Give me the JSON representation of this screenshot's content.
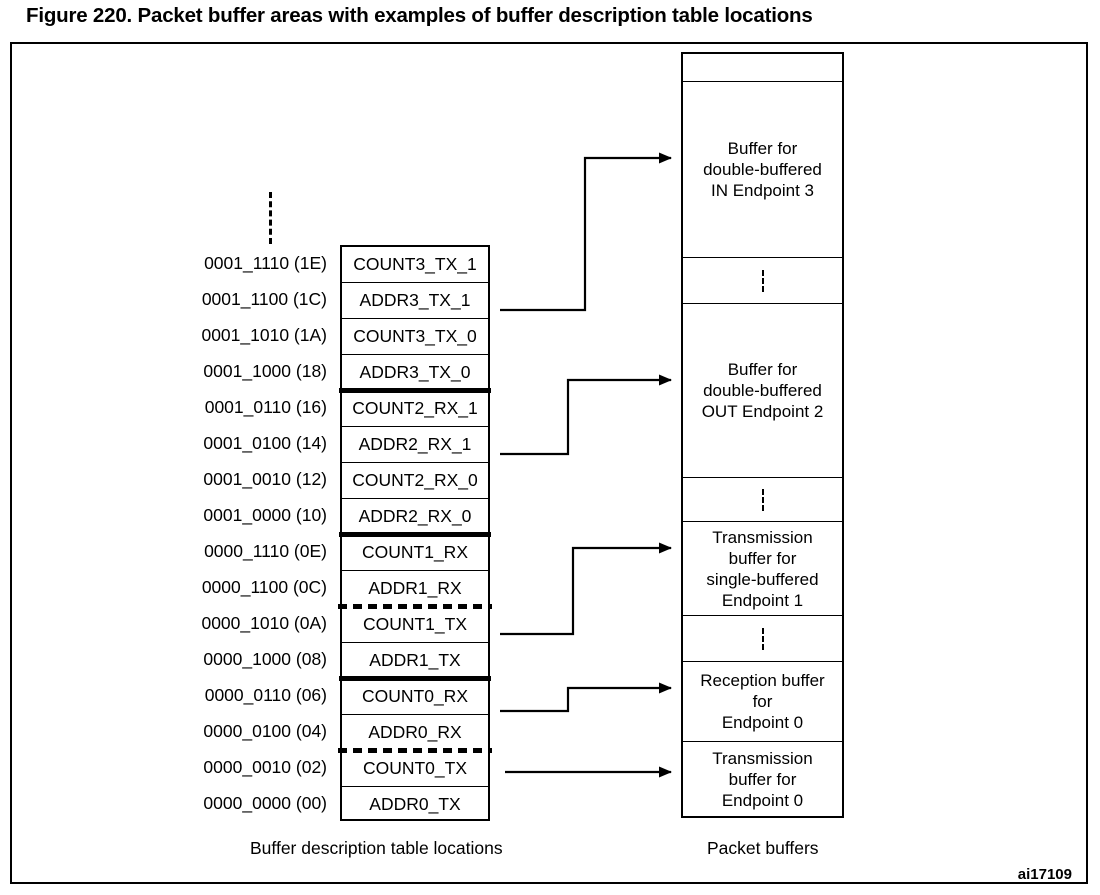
{
  "figure": {
    "title": "Figure 220. Packet buffer areas with examples of buffer description table locations",
    "reference_code": "ai17109"
  },
  "buffer_description_table": {
    "caption": "Buffer description table locations",
    "ellipsis": "vertical-dots",
    "rows": [
      {
        "address": "0001_1110 (1E)",
        "name": "COUNT3_TX_1",
        "separator_below": "thin"
      },
      {
        "address": "0001_1100 (1C)",
        "name": "ADDR3_TX_1",
        "separator_below": "thin"
      },
      {
        "address": "0001_1010 (1A)",
        "name": "COUNT3_TX_0",
        "separator_below": "thin"
      },
      {
        "address": "0001_1000 (18)",
        "name": "ADDR3_TX_0",
        "separator_below": "thick"
      },
      {
        "address": "0001_0110 (16)",
        "name": "COUNT2_RX_1",
        "separator_below": "thin"
      },
      {
        "address": "0001_0100 (14)",
        "name": "ADDR2_RX_1",
        "separator_below": "thin"
      },
      {
        "address": "0001_0010 (12)",
        "name": "COUNT2_RX_0",
        "separator_below": "thin"
      },
      {
        "address": "0001_0000 (10)",
        "name": "ADDR2_RX_0",
        "separator_below": "thick"
      },
      {
        "address": "0000_1110 (0E)",
        "name": "COUNT1_RX",
        "separator_below": "thin"
      },
      {
        "address": "0000_1100 (0C)",
        "name": "ADDR1_RX",
        "separator_below": "dashed"
      },
      {
        "address": "0000_1010 (0A)",
        "name": "COUNT1_TX",
        "separator_below": "thin"
      },
      {
        "address": "0000_1000 (08)",
        "name": "ADDR1_TX",
        "separator_below": "thick"
      },
      {
        "address": "0000_0110 (06)",
        "name": "COUNT0_RX",
        "separator_below": "thin"
      },
      {
        "address": "0000_0100 (04)",
        "name": "ADDR0_RX",
        "separator_below": "dashed"
      },
      {
        "address": "0000_0010 (02)",
        "name": "COUNT0_TX",
        "separator_below": "thin"
      },
      {
        "address": "0000_0000 (00)",
        "name": "ADDR0_TX",
        "separator_below": "none"
      }
    ]
  },
  "packet_buffers": {
    "caption": "Packet buffers",
    "cells": [
      {
        "type": "empty",
        "label": "",
        "height": 28
      },
      {
        "type": "buffer",
        "label": "Buffer for\ndouble-buffered\nIN Endpoint 3",
        "height": 176
      },
      {
        "type": "gap",
        "label": "",
        "height": 46
      },
      {
        "type": "buffer",
        "label": "Buffer for\ndouble-buffered\nOUT Endpoint 2",
        "height": 174
      },
      {
        "type": "gap",
        "label": "",
        "height": 44
      },
      {
        "type": "buffer",
        "label": "Transmission\nbuffer for\nsingle-buffered\nEndpoint 1",
        "height": 94
      },
      {
        "type": "gap",
        "label": "",
        "height": 46
      },
      {
        "type": "buffer",
        "label": "Reception buffer\nfor\nEndpoint 0",
        "height": 80
      },
      {
        "type": "buffer",
        "label": "Transmission\nbuffer for\nEndpoint 0",
        "height": 74
      }
    ]
  },
  "connectors": [
    {
      "from_row": "ADDR3_TX_1",
      "to_buffer": "IN Endpoint 3",
      "shape": "step-up"
    },
    {
      "from_row": "ADDR2_RX_1",
      "to_buffer": "OUT Endpoint 2",
      "shape": "step-up"
    },
    {
      "from_row": "COUNT1_TX",
      "to_buffer": "Endpoint 1 TX",
      "shape": "step-up"
    },
    {
      "from_row": "ADDR0_RX",
      "to_buffer": "Endpoint 0 RX",
      "shape": "step-up"
    },
    {
      "from_row": "COUNT0_TX",
      "to_buffer": "Endpoint 0 TX",
      "shape": "straight"
    }
  ],
  "colors": {
    "line": "#000000",
    "background": "#ffffff"
  }
}
